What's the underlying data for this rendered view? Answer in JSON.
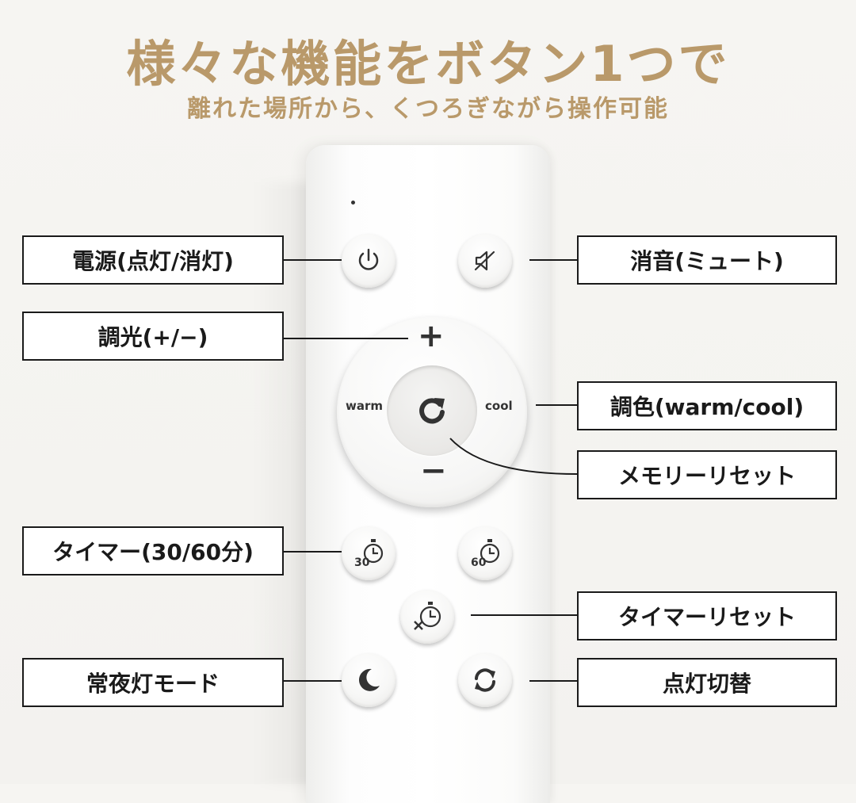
{
  "title": "様々な機能をボタン1つで",
  "subtitle": "離れた場所から、くつろぎながら操作可能",
  "dial": {
    "plus": "+",
    "minus": "−",
    "warm": "warm",
    "cool": "cool"
  },
  "timer_buttons": {
    "t30": "30",
    "t60": "60"
  },
  "callouts": {
    "power": "電源(点灯/消灯)",
    "mute": "消音(ミュート)",
    "dimming": "調光(+/−)",
    "color": "調色(warm/cool)",
    "memory_reset": "メモリーリセット",
    "timer": "タイマー(30/60分)",
    "timer_reset": "タイマーリセット",
    "night_light": "常夜灯モード",
    "light_switch": "点灯切替"
  },
  "colors": {
    "headline": "#b9996a",
    "icon": "#333333",
    "outline": "#1a1a1a"
  }
}
